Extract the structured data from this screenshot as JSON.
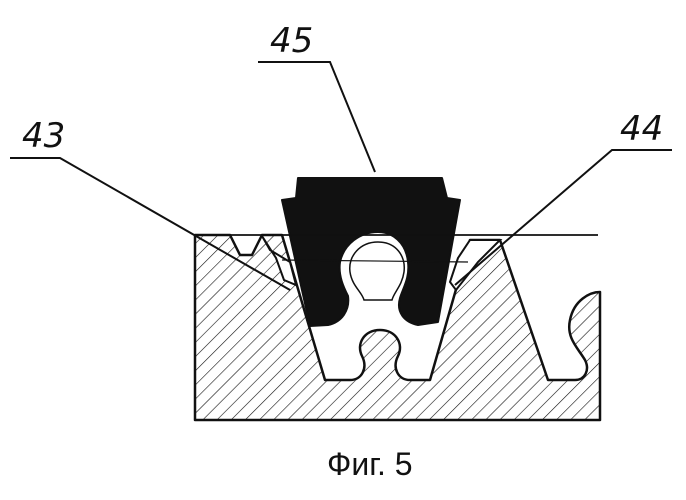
{
  "figure": {
    "caption": "Фиг. 5",
    "labels": {
      "part_45": "45",
      "part_43": "43",
      "part_44": "44"
    },
    "colors": {
      "ink": "#111111",
      "paper": "#ffffff"
    }
  }
}
